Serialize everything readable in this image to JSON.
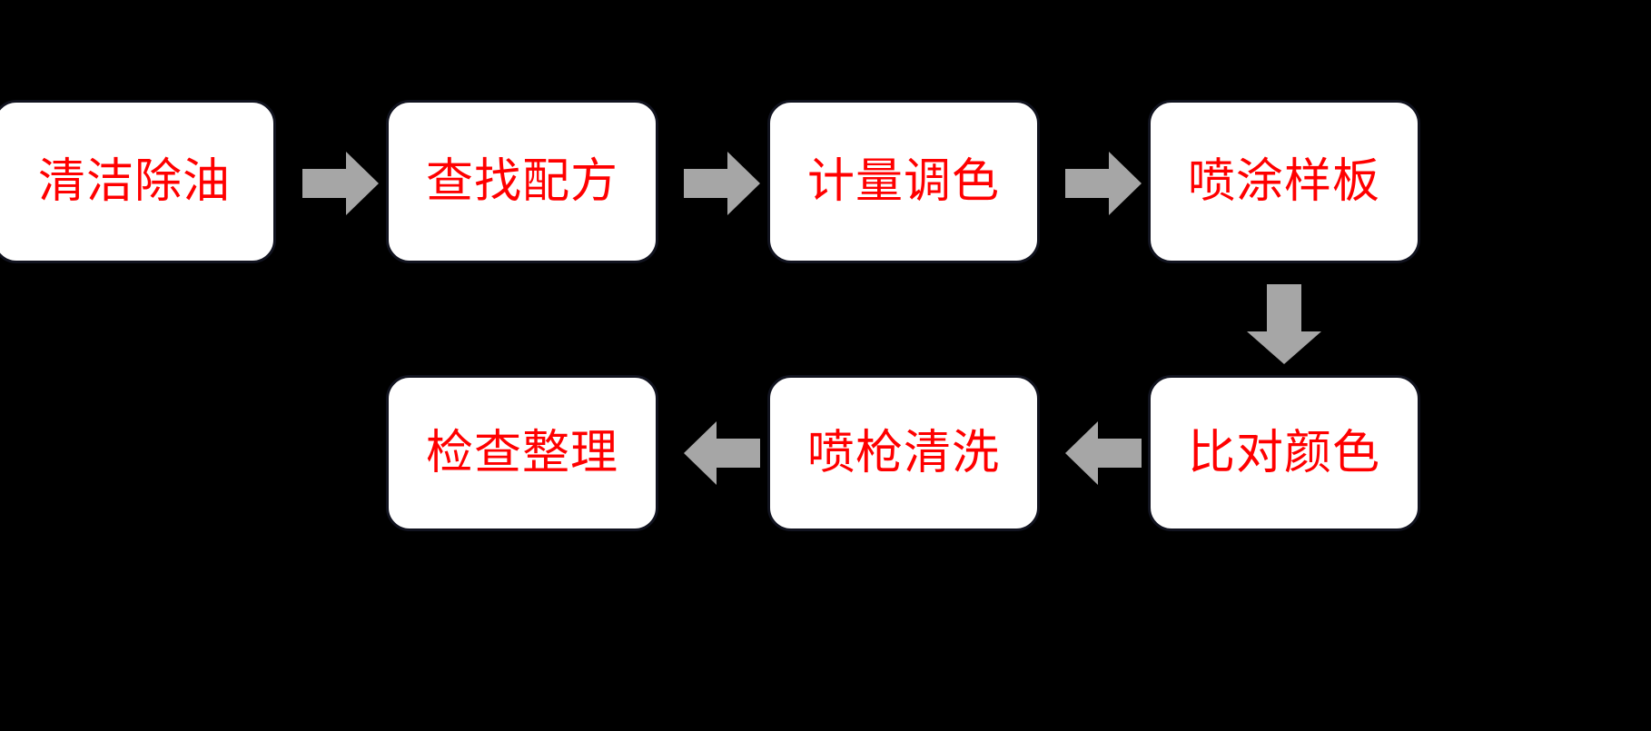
{
  "diagram": {
    "title": "",
    "background_color": "#000000",
    "node_fill_color": "#FFFFFF",
    "node_border_color": "#11131F",
    "label_color": "#FF0000",
    "arrow_color": "#A6A6A6",
    "nodes": [
      {
        "id": "n1",
        "label": "清洁除油",
        "row": "top",
        "order": 1
      },
      {
        "id": "n2",
        "label": "查找配方",
        "row": "top",
        "order": 2
      },
      {
        "id": "n3",
        "label": "计量调色",
        "row": "top",
        "order": 3
      },
      {
        "id": "n4",
        "label": "喷涂样板",
        "row": "top",
        "order": 4
      },
      {
        "id": "n5",
        "label": "比对颜色",
        "row": "bottom",
        "order": 1
      },
      {
        "id": "n6",
        "label": "喷枪清洗",
        "row": "bottom",
        "order": 2
      },
      {
        "id": "n7",
        "label": "检查整理",
        "row": "bottom",
        "order": 3
      }
    ],
    "connectors": [
      {
        "id": "a1",
        "from": "n1",
        "to": "n2",
        "direction": "right"
      },
      {
        "id": "a2",
        "from": "n2",
        "to": "n3",
        "direction": "right"
      },
      {
        "id": "a3",
        "from": "n3",
        "to": "n4",
        "direction": "right"
      },
      {
        "id": "a4",
        "from": "n4",
        "to": "n5",
        "direction": "down"
      },
      {
        "id": "a5",
        "from": "n5",
        "to": "n6",
        "direction": "left"
      },
      {
        "id": "a6",
        "from": "n6",
        "to": "n7",
        "direction": "left"
      }
    ]
  }
}
